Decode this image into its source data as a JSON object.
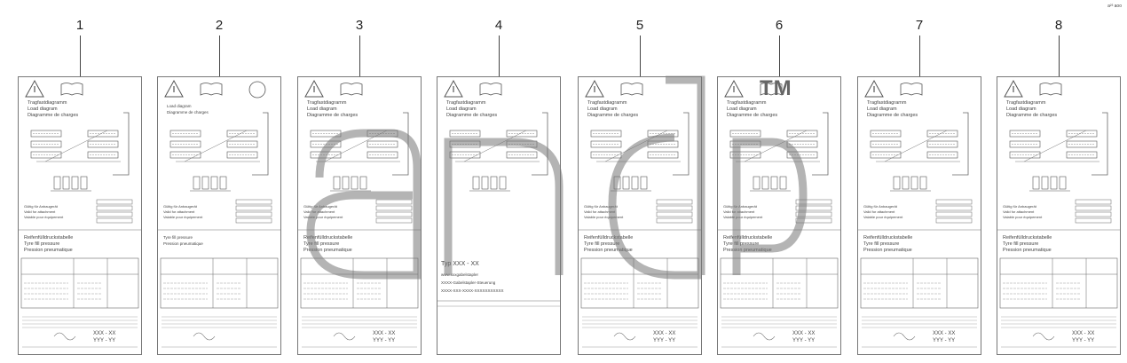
{
  "callouts": [
    "1",
    "2",
    "3",
    "4",
    "5",
    "6",
    "7",
    "8"
  ],
  "corner_ref": "a²³ aoo",
  "watermark_tm": "TM",
  "label_common": {
    "title_lines": [
      "Tragfastdiagramm",
      "Load diagram",
      "Diagramme de charges"
    ],
    "pressure_lines": [
      "Reifenfülldruckstabelle",
      "Tyre fill pressure",
      "Pression pneumatique"
    ],
    "attachment_lines": [
      "Gültig für Anbaugerät",
      "Valid for attachment",
      "Valable pour équipement"
    ],
    "footer_codes": [
      "XXX - XX",
      "YYY - YY"
    ]
  },
  "label2": {
    "title_lines": [
      "Load diagram",
      "Diagramme de charges"
    ],
    "pressure_lines": [
      "Tyre fill pressure",
      "Pression pneumatique"
    ]
  },
  "label4": {
    "type_line": "Typ XXX - XX",
    "lines": [
      "www.xxxgabelstapler",
      "XXXX-Gabelstapler-Steuerung",
      "XXXX-XXX-XXXX-XXXXXXXXXXX"
    ]
  }
}
